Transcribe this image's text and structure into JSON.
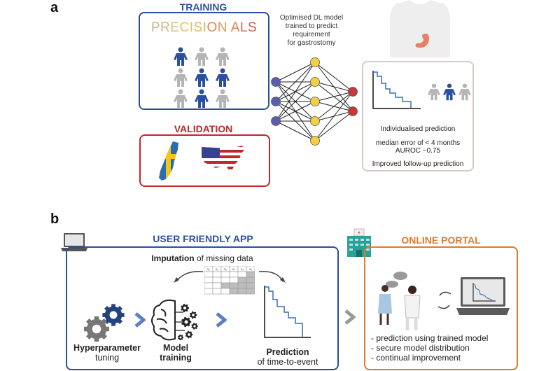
{
  "panel_a": {
    "label": "a",
    "training": {
      "title": "TRAINING",
      "logo_text": "PRECISION ALS",
      "logo_letters": [
        "P",
        "R",
        "E",
        "C",
        "I",
        "S",
        "I",
        "O",
        "N",
        " ",
        "A",
        "L",
        "S"
      ],
      "people_grid_highlighted": [
        [
          true,
          false,
          false
        ],
        [
          false,
          true,
          true
        ],
        [
          false,
          true,
          false
        ]
      ]
    },
    "validation": {
      "title": "VALIDATION",
      "regions": [
        "Sweden map (flag)",
        "USA map (flag)"
      ]
    },
    "model": {
      "caption_lines": [
        "Optimised DL model",
        "trained to predict",
        "requirement",
        "for gastrostomy"
      ],
      "layers": [
        3,
        5,
        2
      ]
    },
    "output": {
      "people_highlighted": [
        false,
        true,
        false
      ],
      "line1": "Individualised prediction",
      "line2": "median error of < 4 months",
      "line3": "AUROC ~0.75",
      "line4": "Improved follow-up prediction"
    }
  },
  "panel_b": {
    "label": "b",
    "app": {
      "title": "USER FRIENDLY APP",
      "imputation_bold": "Imputation",
      "imputation_rest": " of missing data",
      "table_headers": [
        "x₁",
        "x₂",
        "x₃",
        "x₄",
        "x₅",
        "x₆"
      ],
      "step1_bold": "Hyperparameter",
      "step1_rest": "tuning",
      "step2_bold": "Model",
      "step2_rest": "training",
      "step3_bold": "Prediction",
      "step3_rest": "of time-to-event"
    },
    "portal": {
      "title": "ONLINE PORTAL",
      "bullets": [
        "- prediction using trained model",
        "- secure model distribution",
        "- continual improvement"
      ]
    }
  },
  "colors": {
    "blue": "#2b4fa0",
    "red": "#c0272d",
    "orange": "#e07a2c",
    "gray": "#b5b5b5",
    "node_purple": "#5b5eae",
    "node_yellow": "#f4d03f",
    "node_red": "#c8383a",
    "box_tan": "#d9c9c4"
  }
}
